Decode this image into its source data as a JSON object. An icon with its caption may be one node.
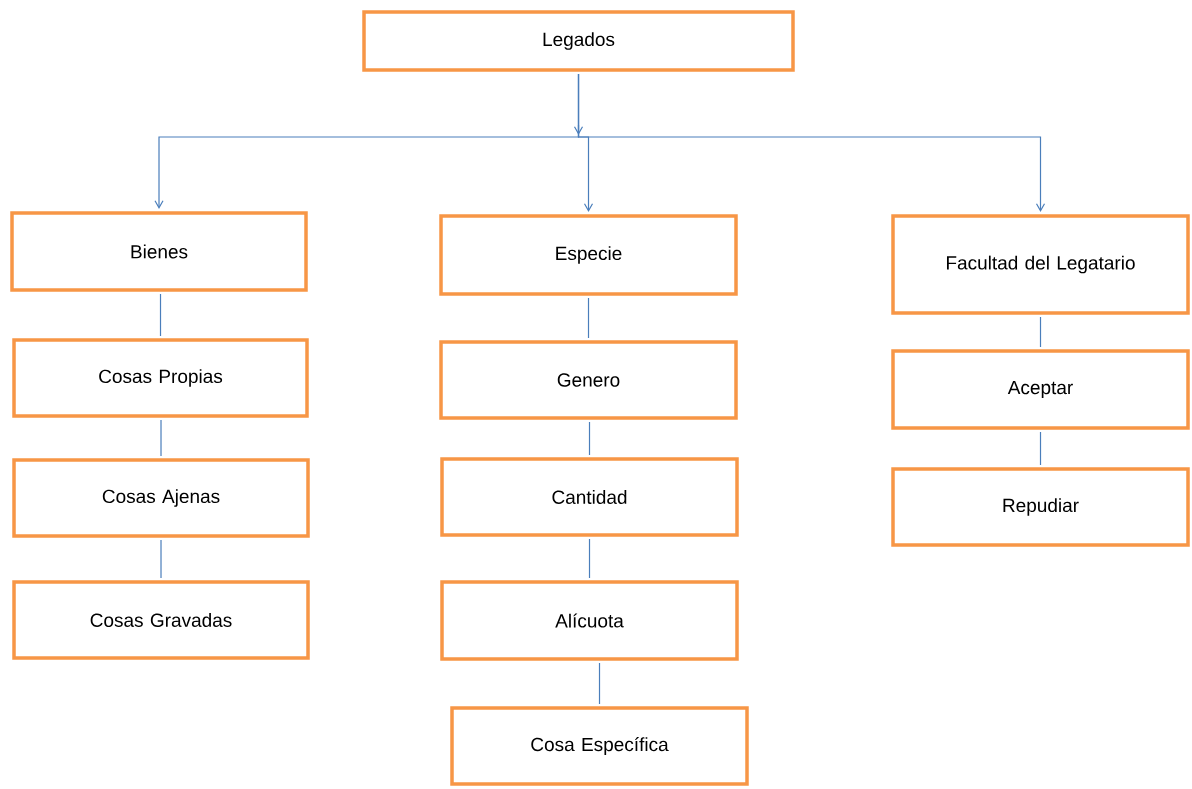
{
  "diagram": {
    "nodes": [
      {
        "text": [
          "Legados"
        ]
      },
      {
        "text": [
          "Bienes"
        ]
      },
      {
        "text": [
          "Especie"
        ]
      },
      {
        "text": [
          "Facultad del Legatario"
        ]
      },
      {
        "text": [
          "Cosas Propias"
        ]
      },
      {
        "text": [
          "Genero"
        ]
      },
      {
        "text": [
          "Aceptar"
        ]
      },
      {
        "text": [
          "Cosas Ajenas"
        ]
      },
      {
        "text": [
          "Cantidad"
        ]
      },
      {
        "text": [
          "Repudiar"
        ]
      },
      {
        "text": [
          "Cosas Gravadas"
        ]
      },
      {
        "text": [
          "Alícuota"
        ]
      },
      {
        "text": [
          "Cosa Específica"
        ]
      }
    ],
    "edges": [
      {
        "from": 0,
        "to": 1,
        "arrow": "to"
      },
      {
        "from": 0,
        "to": 2,
        "arrow": "to"
      },
      {
        "from": 0,
        "to": 3,
        "arrow": "to"
      },
      {
        "from": 1,
        "to": 4,
        "arrow": "none"
      },
      {
        "from": 4,
        "to": 7,
        "arrow": "none"
      },
      {
        "from": 7,
        "to": 10,
        "arrow": "none"
      },
      {
        "from": 2,
        "to": 5,
        "arrow": "none"
      },
      {
        "from": 5,
        "to": 8,
        "arrow": "none"
      },
      {
        "from": 8,
        "to": 11,
        "arrow": "none"
      },
      {
        "from": 11,
        "to": 12,
        "arrow": "none"
      },
      {
        "from": 3,
        "to": 6,
        "arrow": "none"
      },
      {
        "from": 6,
        "to": 9,
        "arrow": "none"
      }
    ]
  }
}
